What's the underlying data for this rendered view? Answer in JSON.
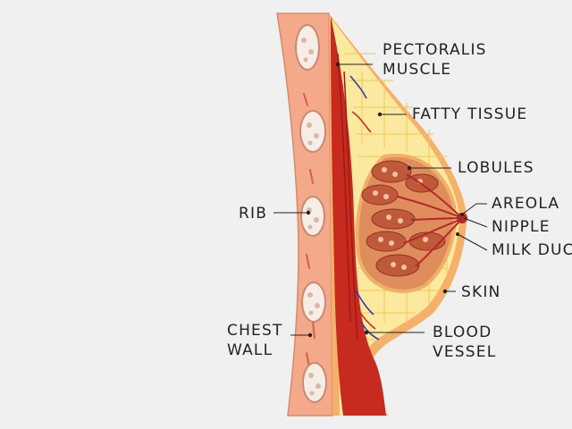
{
  "labels": {
    "pectoralis_1": "PECTORALIS",
    "pectoralis_2": "MUSCLE",
    "fatty_tissue": "FATTY TISSUE",
    "lobules": "LOBULES",
    "areola": "AREOLA",
    "nipple": "NIPPLE",
    "milk_duct": "MILK DUC",
    "skin": "SKIN",
    "rib": "RIB",
    "chest_wall_1": "CHEST",
    "chest_wall_2": "WALL",
    "blood_vessel_1": "BLOOD",
    "blood_vessel_2": "VESSEL"
  },
  "colors": {
    "background": "#f0f0f0",
    "chest_wall": "#f4a98a",
    "muscle": "#c72a1f",
    "fat": "#fbe9a0",
    "lobule": "#c0593a",
    "skin": "#f6b06a",
    "nipple": "#b2292a"
  }
}
